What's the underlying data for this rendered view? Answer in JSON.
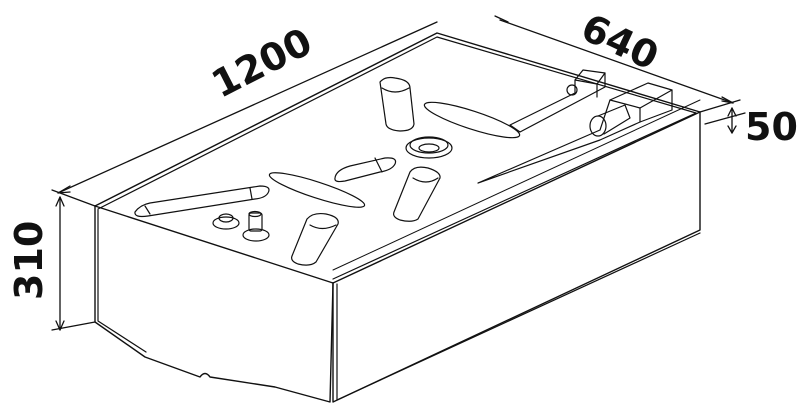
{
  "drawing": {
    "subject": "Fuel tank isometric technical drawing",
    "line_color": "#111111",
    "background": "#ffffff"
  },
  "dimensions": {
    "length": "1200",
    "width": "640",
    "fitting_height": "50",
    "height": "310"
  }
}
